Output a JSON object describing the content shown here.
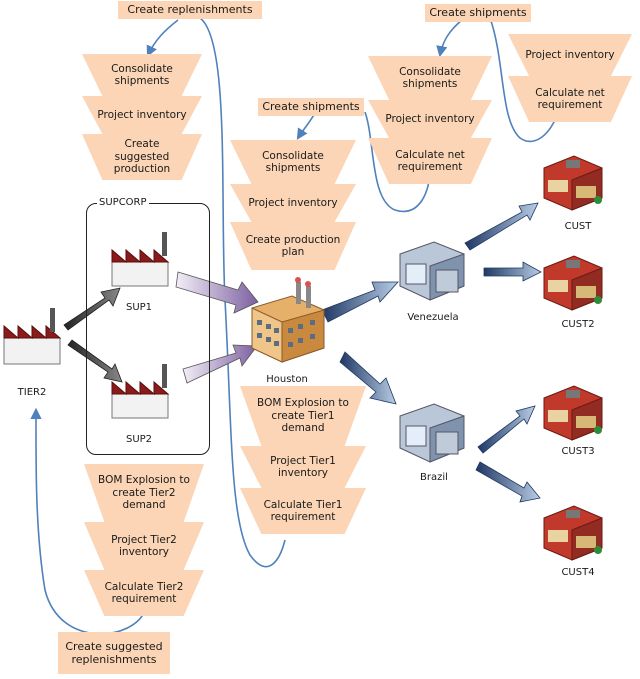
{
  "top_labels": {
    "create_replenishments": "Create replenishments",
    "create_shipments_top": "Create shipments",
    "create_shipments_mid": "Create shipments",
    "create_suggested_replenishments": "Create suggested replenishments"
  },
  "stacks": {
    "supcorp_top": [
      "Consolidate shipments",
      "Project inventory",
      "Create suggested production"
    ],
    "houston_top": [
      "Consolidate shipments",
      "Project inventory",
      "Create production plan"
    ],
    "venezuela_top": [
      "Consolidate shipments",
      "Project inventory",
      "Calculate net requirement"
    ],
    "cust_top": [
      "Project inventory",
      "Calculate net requirement"
    ],
    "houston_bottom": [
      "BOM Explosion to create Tier1 demand",
      "Project Tier1 inventory",
      "Calculate Tier1 requirement"
    ],
    "supcorp_bottom": [
      "BOM Explosion to create Tier2 demand",
      "Project Tier2 inventory",
      "Calculate Tier2 requirement"
    ]
  },
  "nodes": {
    "supcorp": "SUPCORP",
    "sup1": "SUP1",
    "sup2": "SUP2",
    "tier2": "TIER2",
    "houston": "Houston",
    "venezuela": "Venezuela",
    "brazil": "Brazil",
    "cust": "CUST",
    "cust2": "CUST2",
    "cust3": "CUST3",
    "cust4": "CUST4"
  },
  "colors": {
    "step_fill": "#fbd5b5",
    "flow_line": "#4f81bd",
    "arrow_dark": "#1f3864",
    "arrow_purple": "#8064a2",
    "factory_roof": "#8b1a1a"
  }
}
